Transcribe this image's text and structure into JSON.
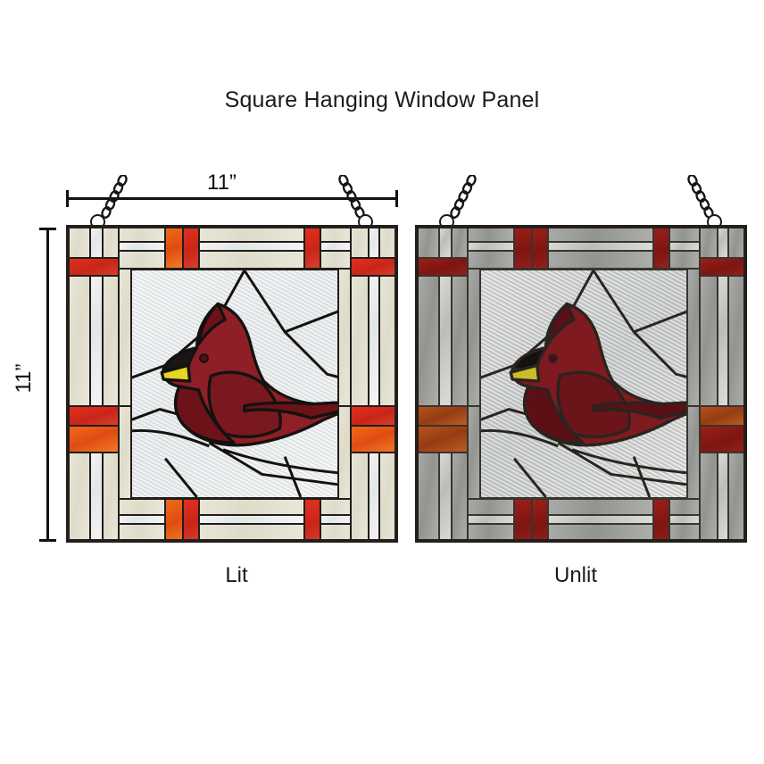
{
  "title": "Square Hanging Window Panel",
  "dimensions": {
    "width_label": "11”",
    "height_label": "11”"
  },
  "captions": {
    "left": "Lit",
    "right": "Unlit"
  },
  "panels": [
    {
      "id": "lit",
      "caption": "Lit",
      "state": "lit",
      "subject": "northern-cardinal",
      "style": "prairie-geometric-border",
      "colors": {
        "lead": "#221d1a",
        "cream": "#e4e1d1",
        "clear": "#eef0f1",
        "red": "#d02a1c",
        "orange": "#e85e16",
        "bird_body": "#8e1f26",
        "bird_shade": "#6d1219",
        "beak": "#e8d422"
      }
    },
    {
      "id": "unlit",
      "caption": "Unlit",
      "state": "unlit",
      "subject": "northern-cardinal",
      "style": "prairie-geometric-border",
      "colors": {
        "lead": "#3a332e",
        "cream": "#9d9f9b",
        "clear": "#cbccc8",
        "red": "#8b1a14",
        "orange": "#a8491a",
        "bird_body": "#7e1a20",
        "bird_shade": "#5c1015",
        "beak": "#cbbd2a"
      }
    }
  ],
  "hardware": {
    "chain": "hanging-chain",
    "ring": "attachment-ring",
    "chain_count": 2
  },
  "background": "#ffffff"
}
